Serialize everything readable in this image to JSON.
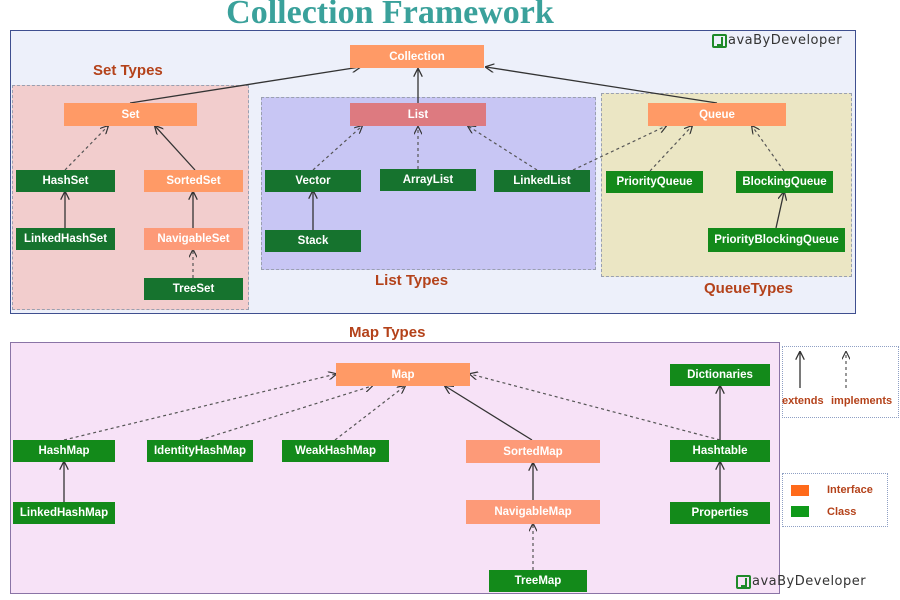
{
  "title": "Collection Framework",
  "brand": "avaByDeveloper",
  "groups": {
    "set": "Set Types",
    "list": "List Types",
    "queue": "QueueTypes",
    "map": "Map Types"
  },
  "nodes": {
    "collection": "Collection",
    "set": "Set",
    "list": "List",
    "queue": "Queue",
    "hashset": "HashSet",
    "sortedset": "SortedSet",
    "linkedhashset": "LinkedHashSet",
    "navigableset": "NavigableSet",
    "treeset": "TreeSet",
    "vector": "Vector",
    "arraylist": "ArrayList",
    "linkedlist": "LinkedList",
    "stack": "Stack",
    "priorityqueue": "PriorityQueue",
    "blockingqueue": "BlockingQueue",
    "priorityblockingqueue": "PriorityBlockingQueue",
    "map": "Map",
    "dictionaries": "Dictionaries",
    "hashmap": "HashMap",
    "identityhashmap": "IdentityHashMap",
    "weakhashmap": "WeakHashMap",
    "sortedmap": "SortedMap",
    "hashtable": "Hashtable",
    "linkedhashmap": "LinkedHashMap",
    "navigablemap": "NavigableMap",
    "properties": "Properties",
    "treemap": "TreeMap"
  },
  "legend": {
    "extends": "extends",
    "implements": "implements",
    "interface": "Interface",
    "class": "Class",
    "interface_color": "#ff6a1a",
    "class_color": "#0f9a1a"
  },
  "colors": {
    "title": "#3aa19b",
    "group_label": "#b4421a",
    "set_bg": "#f2cdcd",
    "list_bg": "#c8c6f4",
    "queue_bg": "#ebe6c4",
    "map_bg": "#f7e2f7"
  }
}
